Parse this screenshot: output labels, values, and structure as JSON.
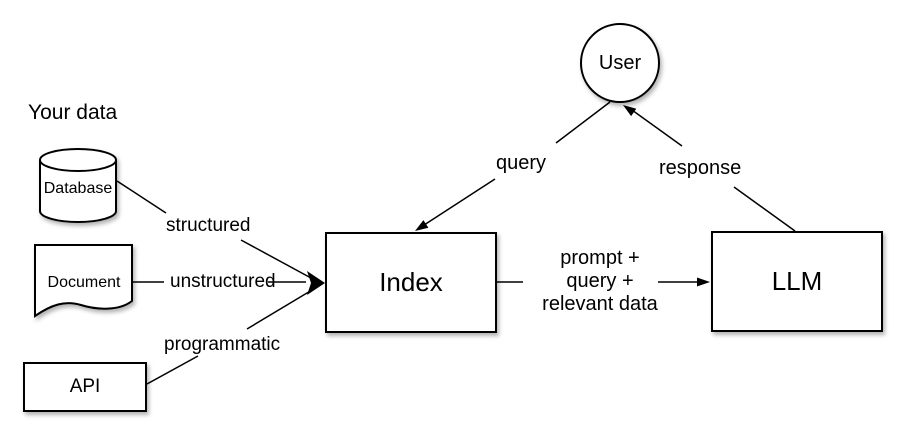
{
  "title": "Your data",
  "nodes": {
    "user": "User",
    "database": "Database",
    "document": "Document",
    "api": "API",
    "index": "Index",
    "llm": "LLM"
  },
  "edge_labels": {
    "structured": "structured",
    "unstructured": "unstructured",
    "programmatic": "programmatic",
    "query": "query",
    "response": "response",
    "prompt_lines": [
      "prompt +",
      "query +",
      "relevant data"
    ]
  },
  "colors": {
    "stroke": "#000000",
    "shape_fill": "#ffffff",
    "background": "#ffffff",
    "text": "#000000"
  }
}
